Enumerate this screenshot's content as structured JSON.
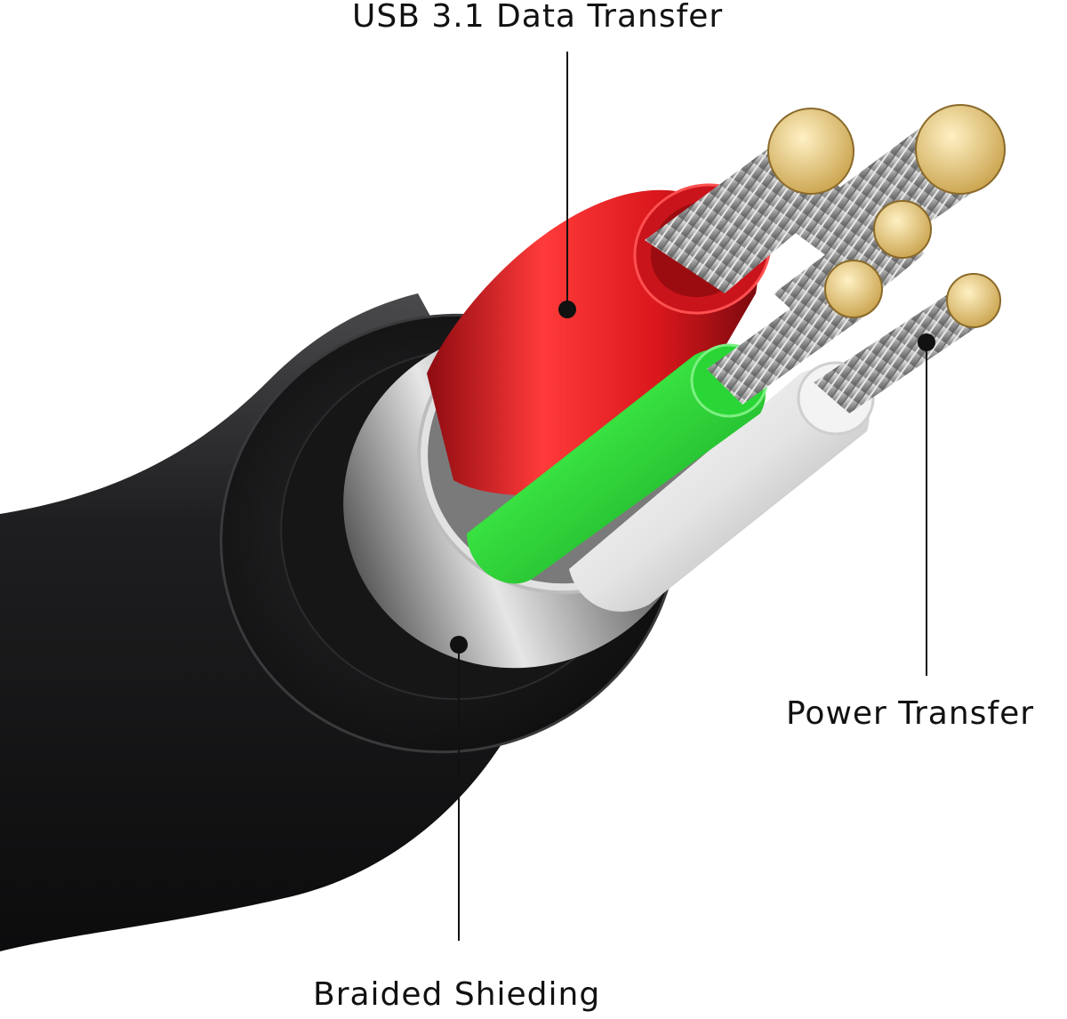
{
  "labels": {
    "data_transfer": "USB 3.1 Data Transfer",
    "power_transfer": "Power Transfer",
    "braided_shielding": "Braided Shieding"
  },
  "wires": [
    {
      "name": "red-wire",
      "color": "#d9171c"
    },
    {
      "name": "green-wire",
      "color": "#1fc22b"
    },
    {
      "name": "white-wire",
      "color": "#eeeeee"
    }
  ],
  "colors": {
    "jacket": "#1c1c1e",
    "shield": "#b8b8b8",
    "copper_strand": "#e8c878",
    "callout_line": "#111111"
  }
}
